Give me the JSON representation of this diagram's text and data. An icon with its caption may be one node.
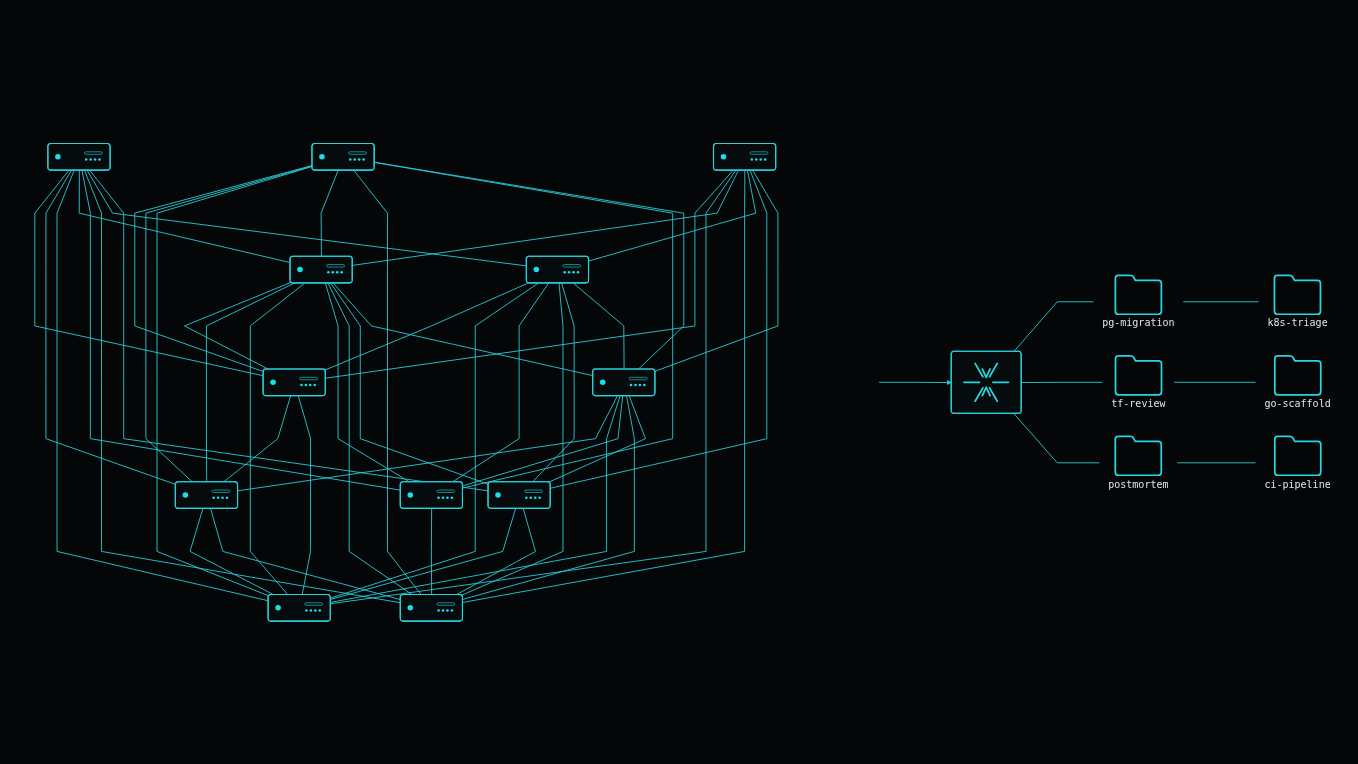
{
  "diagram": {
    "nodes": [
      {
        "text": [],
        "shape": "server"
      },
      {
        "text": [],
        "shape": "server"
      },
      {
        "text": [],
        "shape": "server"
      },
      {
        "text": [],
        "shape": "server"
      },
      {
        "text": [],
        "shape": "server"
      },
      {
        "text": [],
        "shape": "server"
      },
      {
        "text": [],
        "shape": "server"
      },
      {
        "text": [],
        "shape": "server"
      },
      {
        "text": [],
        "shape": "server"
      },
      {
        "text": [],
        "shape": "server"
      },
      {
        "text": [],
        "shape": "server"
      },
      {
        "text": [],
        "shape": "server"
      },
      {
        "text": [],
        "shape": "box"
      },
      {
        "text": [
          "pg-migration"
        ]
      },
      {
        "text": [
          "k8s-triage"
        ]
      },
      {
        "text": [
          "tf-review"
        ]
      },
      {
        "text": [
          "go-scaffold"
        ]
      },
      {
        "text": [
          "postmortem"
        ]
      },
      {
        "text": [
          "ci-pipeline"
        ]
      }
    ],
    "edges": [
      {
        "from": 0,
        "to": 1,
        "arrow": "none"
      },
      {
        "from": 2,
        "to": 0,
        "arrow": "none"
      },
      {
        "from": 3,
        "to": 0,
        "arrow": "none"
      },
      {
        "from": 0,
        "to": 4,
        "arrow": "none"
      },
      {
        "from": 5,
        "to": 0,
        "arrow": "none"
      },
      {
        "from": 8,
        "to": 0,
        "arrow": "none"
      },
      {
        "from": 9,
        "to": 0,
        "arrow": "none"
      },
      {
        "from": 2,
        "to": 1,
        "arrow": "none"
      },
      {
        "from": 5,
        "to": 1,
        "arrow": "none"
      },
      {
        "from": 1,
        "to": 4,
        "arrow": "none"
      },
      {
        "from": 1,
        "to": 7,
        "arrow": "none"
      },
      {
        "from": 11,
        "to": 1,
        "arrow": "none"
      },
      {
        "from": 3,
        "to": 1,
        "arrow": "none"
      },
      {
        "from": 2,
        "to": 4,
        "arrow": "none"
      },
      {
        "from": 2,
        "to": 5,
        "arrow": "none"
      },
      {
        "from": 2,
        "to": 6,
        "arrow": "none"
      },
      {
        "from": 2,
        "to": 7,
        "arrow": "none"
      },
      {
        "from": 2,
        "to": 9,
        "arrow": "none"
      },
      {
        "from": 2,
        "to": 10,
        "arrow": "none"
      },
      {
        "from": 3,
        "to": 4,
        "arrow": "none"
      },
      {
        "from": 3,
        "to": 5,
        "arrow": "none"
      },
      {
        "from": 3,
        "to": 7,
        "arrow": "none"
      },
      {
        "from": 3,
        "to": 6,
        "arrow": "none"
      },
      {
        "from": 3,
        "to": 11,
        "arrow": "none"
      },
      {
        "from": 5,
        "to": 4,
        "arrow": "none"
      },
      {
        "from": 8,
        "to": 4,
        "arrow": "none"
      },
      {
        "from": 9,
        "to": 4,
        "arrow": "none"
      },
      {
        "from": 10,
        "to": 4,
        "arrow": "none"
      },
      {
        "from": 11,
        "to": 4,
        "arrow": "none"
      },
      {
        "from": 5,
        "to": 6,
        "arrow": "none"
      },
      {
        "from": 5,
        "to": 7,
        "arrow": "none"
      },
      {
        "from": 8,
        "to": 5,
        "arrow": "none"
      },
      {
        "from": 5,
        "to": 10,
        "arrow": "none"
      },
      {
        "from": 5,
        "to": 11,
        "arrow": "none"
      },
      {
        "from": 9,
        "to": 6,
        "arrow": "none"
      },
      {
        "from": 6,
        "to": 7,
        "arrow": "none"
      },
      {
        "from": 11,
        "to": 6,
        "arrow": "none"
      },
      {
        "from": 8,
        "to": 7,
        "arrow": "none"
      },
      {
        "from": 9,
        "to": 7,
        "arrow": "none"
      },
      {
        "from": 10,
        "to": 7,
        "arrow": "none"
      },
      {
        "from": 11,
        "to": 7,
        "arrow": "none"
      },
      {
        "from": 8,
        "to": 9,
        "arrow": "none"
      },
      {
        "from": 8,
        "to": 10,
        "arrow": "none"
      },
      {
        "from": 8,
        "to": 11,
        "arrow": "none"
      },
      {
        "from": 9,
        "to": 10,
        "arrow": "none"
      },
      {
        "from": 11,
        "to": 10,
        "arrow": "none"
      },
      {
        "from": 9,
        "to": 11,
        "arrow": "none"
      },
      {
        "from": null,
        "to": 12,
        "arrow": "to"
      },
      {
        "from": 12,
        "to": 13,
        "arrow": "none"
      },
      {
        "from": 12,
        "to": 15,
        "arrow": "none"
      },
      {
        "from": 12,
        "to": 17,
        "arrow": "none"
      },
      {
        "from": 13,
        "to": 14,
        "arrow": "none"
      },
      {
        "from": 15,
        "to": 16,
        "arrow": "none"
      },
      {
        "from": 17,
        "to": 18,
        "arrow": "none"
      }
    ]
  }
}
